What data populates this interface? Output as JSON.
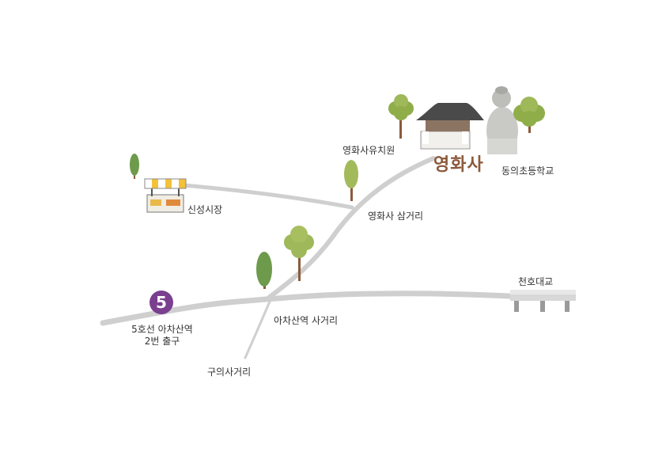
{
  "landmarks": {
    "temple": "영화사",
    "kindergarten": "영화사유치원",
    "elementary_school": "동의초등학교",
    "market": "신성시장",
    "bridge": "천호대교"
  },
  "intersections": {
    "yeonghwasa_junction": "영화사 삼거리",
    "achasan_junction": "아차산역 사거리",
    "gui_junction": "구의사거리"
  },
  "subway": {
    "line_number": "5",
    "station_line1": "5호선 아차산역",
    "station_line2": "2번 출구"
  },
  "colors": {
    "road": "#cfcfcf",
    "line5": "#7b3f8f",
    "temple_label": "#8b5a3c",
    "tree_dark": "#6e9a4c",
    "tree_light": "#a3ba5a",
    "trunk": "#8a5a3a"
  }
}
